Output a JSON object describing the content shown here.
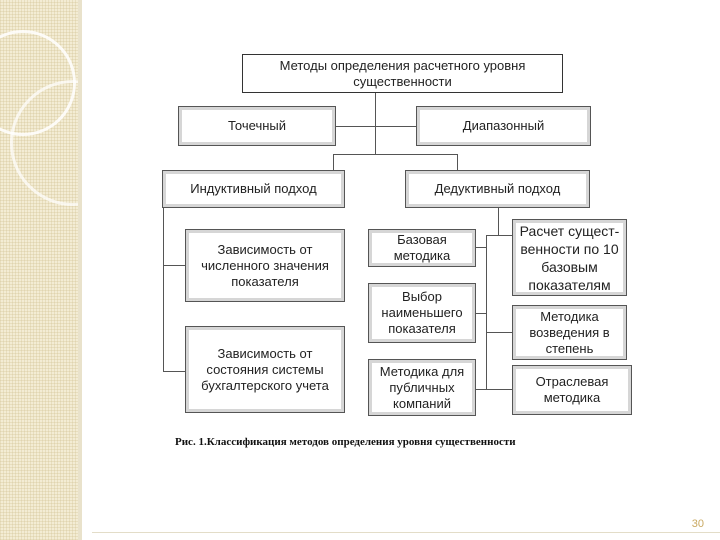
{
  "diagram": {
    "root": "Методы определения расчетного уровня существенности",
    "level1": [
      "Точечный",
      "Диапазонный"
    ],
    "level2": [
      "Индуктивный подход",
      "Дедуктивный подход"
    ],
    "inductive_methods": [
      "Зависимость от численного значения показателя",
      "Зависимость от состояния системы бухгалтерского учета"
    ],
    "deductive_methods_left": [
      "Базовая методика",
      "Выбор наименьшего показателя",
      "Методика для публичных компаний"
    ],
    "deductive_methods_right": [
      "Расчет сущест-венности по 10 базовым показателям",
      "Методика возведения в степень",
      "Отраслевая методика"
    ]
  },
  "caption": "Рис. 1.Классификация методов определения уровня существенности",
  "page_number": "30"
}
